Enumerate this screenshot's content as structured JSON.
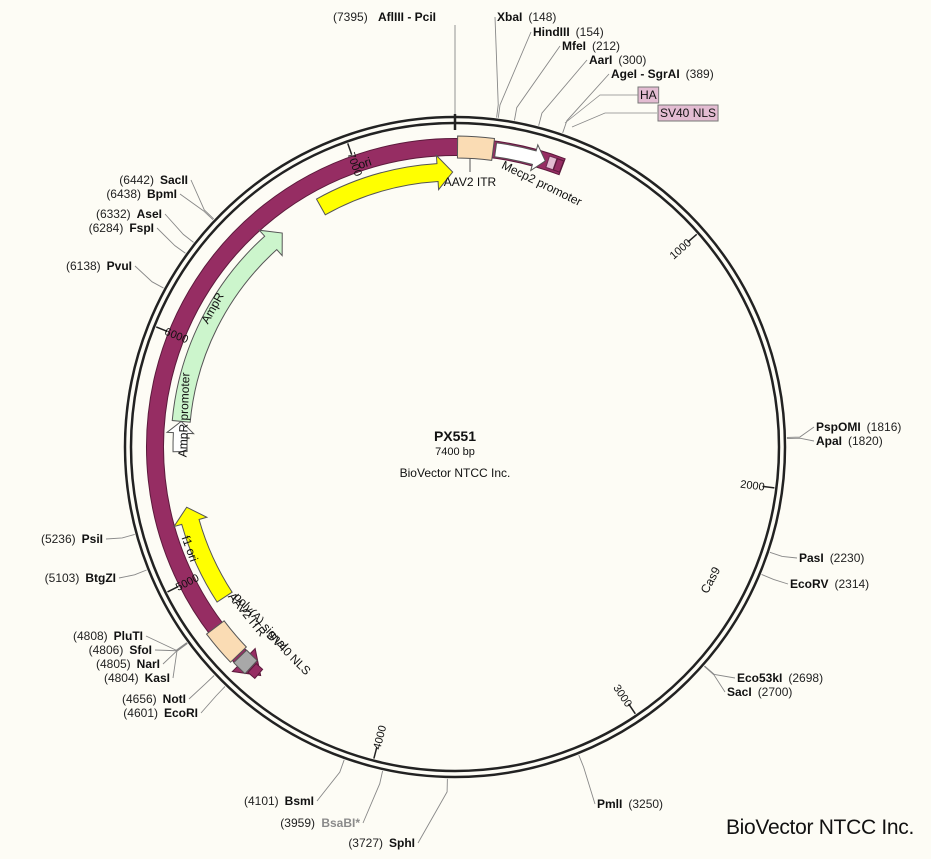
{
  "plasmid": {
    "name": "PX551",
    "size": "7400 bp",
    "company": "BioVector NTCC Inc."
  },
  "watermark": "BioVector NTCC Inc.",
  "tick_labels": [
    "1000",
    "2000",
    "3000",
    "4000",
    "5000",
    "6000",
    "7000"
  ],
  "sites": [
    {
      "pos": "(7395)",
      "name": "AflIII - PciI"
    },
    {
      "pos": "(148)",
      "name": "XbaI"
    },
    {
      "pos": "(154)",
      "name": "HindIII"
    },
    {
      "pos": "(212)",
      "name": "MfeI"
    },
    {
      "pos": "(300)",
      "name": "AarI"
    },
    {
      "pos": "(389)",
      "name": "AgeI - SgrAI"
    },
    {
      "pos": "(1816)",
      "name": "PspOMI"
    },
    {
      "pos": "(1820)",
      "name": "ApaI"
    },
    {
      "pos": "(2230)",
      "name": "PasI"
    },
    {
      "pos": "(2314)",
      "name": "EcoRV"
    },
    {
      "pos": "(2698)",
      "name": "Eco53kI"
    },
    {
      "pos": "(2700)",
      "name": "SacI"
    },
    {
      "pos": "(3250)",
      "name": "PmlI"
    },
    {
      "pos": "(3727)",
      "name": "SphI"
    },
    {
      "pos": "(3959)",
      "name": "BsaBI*"
    },
    {
      "pos": "(4101)",
      "name": "BsmI"
    },
    {
      "pos": "(4601)",
      "name": "EcoRI"
    },
    {
      "pos": "(4656)",
      "name": "NotI"
    },
    {
      "pos": "(4804)",
      "name": "KasI"
    },
    {
      "pos": "(4805)",
      "name": "NarI"
    },
    {
      "pos": "(4806)",
      "name": "SfoI"
    },
    {
      "pos": "(4808)",
      "name": "PluTI"
    },
    {
      "pos": "(5103)",
      "name": "BtgZI"
    },
    {
      "pos": "(5236)",
      "name": "PsiI"
    },
    {
      "pos": "(6138)",
      "name": "PvuI"
    },
    {
      "pos": "(6284)",
      "name": "FspI"
    },
    {
      "pos": "(6332)",
      "name": "AseI"
    },
    {
      "pos": "(6438)",
      "name": "BpmI"
    },
    {
      "pos": "(6442)",
      "name": "SacII"
    }
  ],
  "features": {
    "ori": "ori",
    "aav2_itr_1": "AAV2 ITR",
    "mecp2": "Mecp2 promoter",
    "ha": "HA",
    "sv40_nls_1": "SV40 NLS",
    "cas9": "Cas9",
    "sv40_nls_2": "SV40 NLS",
    "polya": "poly(A) signal",
    "aav2_itr_2": "AAV2 ITR",
    "f1_ori": "f1 ori",
    "ampr_promoter": "AmpR promoter",
    "ampr": "AmpR"
  },
  "colors": {
    "backbone": "#222222",
    "cas9": "#962d63",
    "ori": "#ffff00",
    "f1_ori": "#ffff00",
    "ampr": "#ccf5cc",
    "itr": "#fadcb4",
    "polya": "#a8a8a8",
    "tag": "#e3bcd2"
  }
}
